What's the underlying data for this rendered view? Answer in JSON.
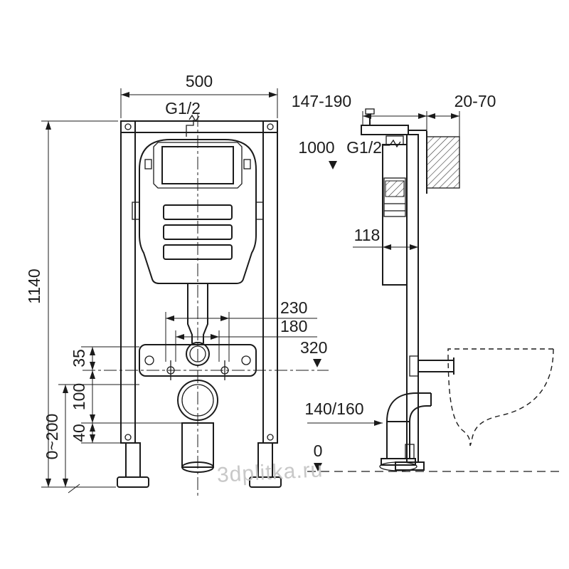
{
  "drawing": {
    "watermark": "3dplitka.ru",
    "front_view": {
      "width": "500",
      "height": "1140",
      "inlet_thread": "G1/2",
      "bolt_spacing": "230",
      "fixture_spacing": "180",
      "water_inlet_height": "320",
      "offset_top": "35",
      "offset_mid": "100",
      "offset_bottom": "40",
      "leg_adjustment": "0~200"
    },
    "side_view": {
      "depth_range": "147-190",
      "wall_offset": "20-70",
      "supply_height": "1000",
      "supply_thread": "G1/2",
      "cistern_depth": "118",
      "outlet_diameter": "140/160",
      "floor_level": "0"
    }
  }
}
